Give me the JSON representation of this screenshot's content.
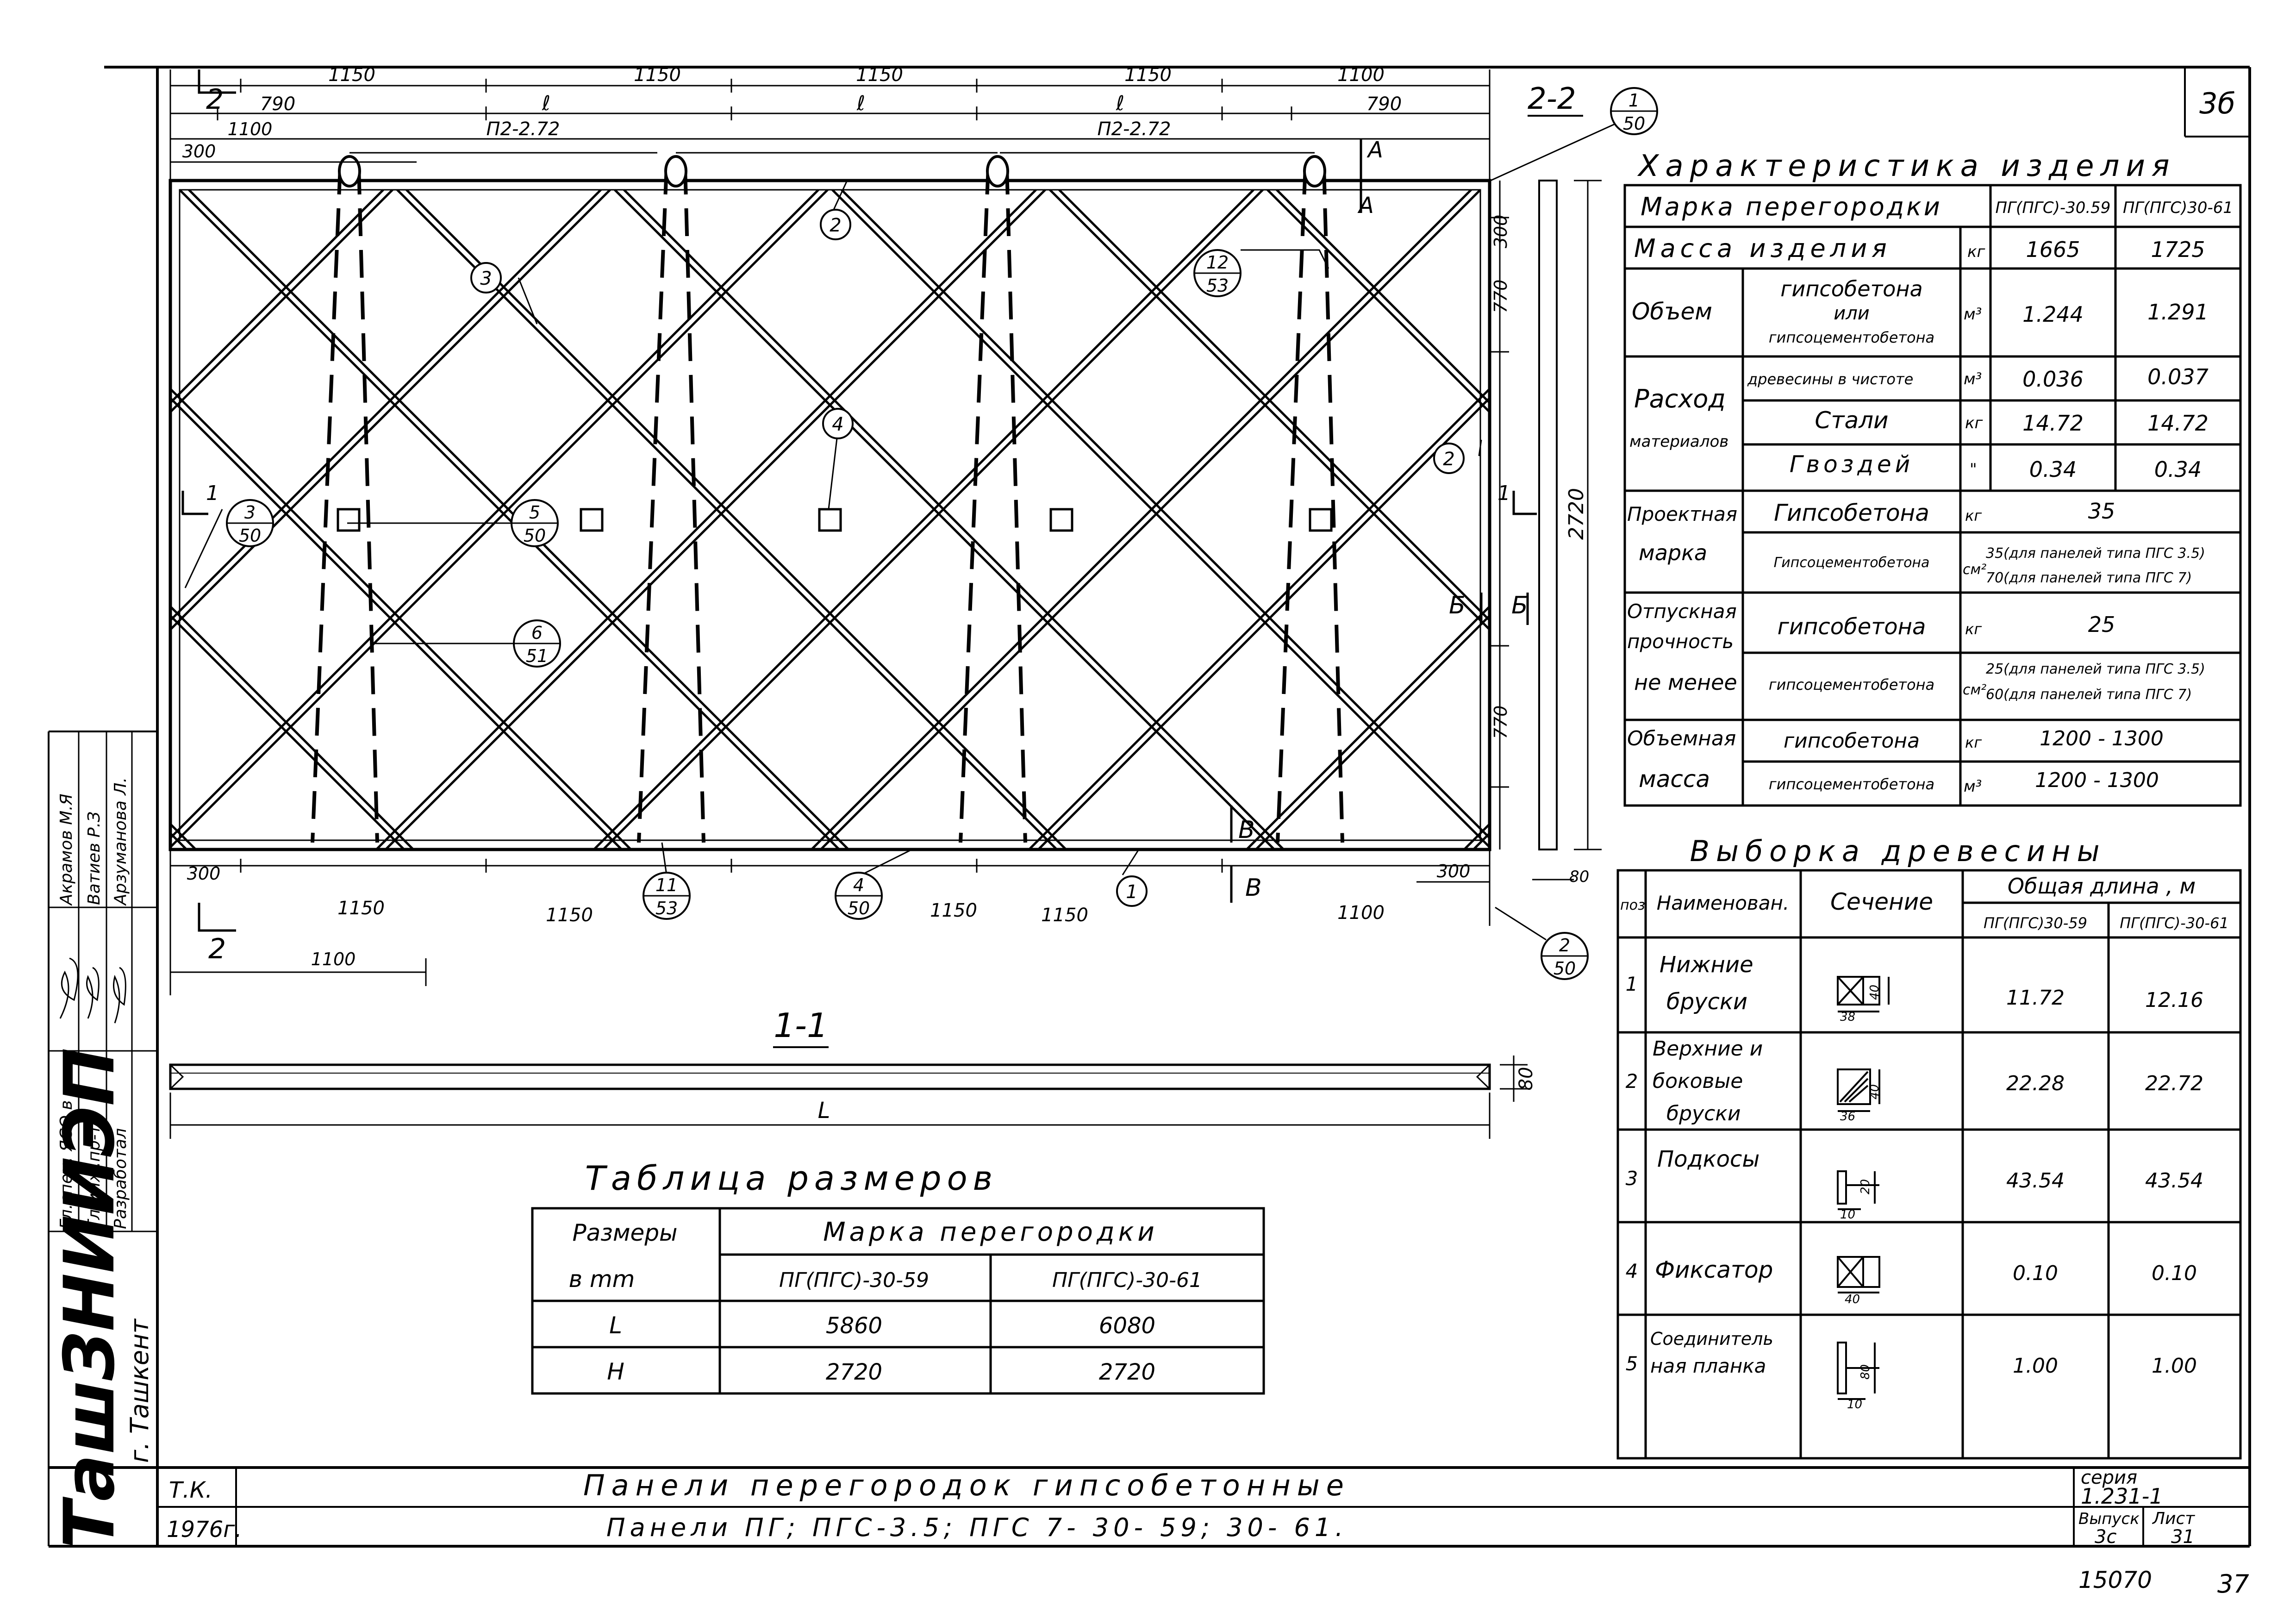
{
  "sheet": {
    "number": "3б",
    "bottom_number": "37",
    "inventory_no": "15070",
    "organization": "ТашЗНИИЭП",
    "city": "г. Ташкент",
    "tk": "Т.К.",
    "year": "1976г.",
    "title_line1": "Панели перегородок гипсобетонные",
    "title_line2": "Панели ПГ; ПГС-3.5; ПГС 7- 30- 59; 30- 61.",
    "series_label": "серия",
    "series_value": "1.231-1",
    "issue_label": "Выпуск",
    "issue_value": "3с",
    "list_label": "Лист",
    "list_value": "31"
  },
  "signatures": {
    "rows": [
      {
        "role": "Гл.спец. ЯСО в",
        "name": "Акрамов М.Я"
      },
      {
        "role": "Гл.инж.пр-та",
        "name": "Ватиев Р.З"
      },
      {
        "role": "Разработал",
        "name": "Арзуманова Л."
      }
    ]
  },
  "drawing": {
    "top_dims": [
      "1150",
      "1150",
      "1150",
      "1150",
      "1100"
    ],
    "second_dims": {
      "left": "790",
      "right": "790",
      "l": "ℓ"
    },
    "third_dims": [
      "1100",
      "П2-2.72",
      "П2-2.72"
    ],
    "dim_300": "300",
    "bottom_dims": [
      "1150",
      "1150",
      "1150",
      "1150",
      "1100"
    ],
    "bottom_300": "300",
    "bottom_1100": "1100",
    "right_dims": [
      "300",
      "770",
      "770"
    ],
    "height_2720": "2720",
    "dim_80": "80",
    "section_22": "2-2",
    "section_mark_2": "2",
    "cut_1": "1",
    "A": "А",
    "B": "Б",
    "V": "В",
    "callouts": [
      {
        "id": "c2a",
        "num": "2"
      },
      {
        "id": "c3",
        "num": "3"
      },
      {
        "id": "c4",
        "num": "4"
      },
      {
        "id": "c2b",
        "num": "2"
      },
      {
        "id": "c1",
        "num": "1"
      }
    ],
    "refs": [
      {
        "id": "r1_50",
        "top": "1",
        "bot": "50"
      },
      {
        "id": "r12_53",
        "top": "12",
        "bot": "53"
      },
      {
        "id": "r3_50",
        "top": "3",
        "bot": "50"
      },
      {
        "id": "r5_50",
        "top": "5",
        "bot": "50"
      },
      {
        "id": "r6_51",
        "top": "6",
        "bot": "51"
      },
      {
        "id": "r11_53",
        "top": "11",
        "bot": "53"
      },
      {
        "id": "r4_50",
        "top": "4",
        "bot": "50"
      },
      {
        "id": "r2_50",
        "top": "2",
        "bot": "50"
      }
    ]
  },
  "section11": {
    "label": "1-1",
    "L": "L",
    "dim80": "80"
  },
  "sizes_table": {
    "title": "Таблица размеров",
    "col0_h1": "Размеры",
    "col0_h2": "в mm",
    "group_header": "Марка перегородки",
    "col1": "ПГ(ПГС)-30-59",
    "col2": "ПГ(ПГС)-30-61",
    "rows": [
      {
        "name": "L",
        "v1": "5860",
        "v2": "6080"
      },
      {
        "name": "Н",
        "v1": "2720",
        "v2": "2720"
      }
    ]
  },
  "characteristics": {
    "title": "Характеристика изделия",
    "mark_label": "Марка перегородки",
    "col1": "ПГ(ПГС)-30.59",
    "col2": "ПГ(ПГС)30-61",
    "mass_label": "Масса изделия",
    "mass_unit": "кг",
    "mass_v1": "1665",
    "mass_v2": "1725",
    "volume_label": "Объем",
    "volume_desc1": "гипсобетона",
    "volume_desc2": "или",
    "volume_desc3": "гипсоцементобетона",
    "volume_unit": "м³",
    "volume_v1": "1.244",
    "volume_v2": "1.291",
    "consumption_label1": "Расход",
    "consumption_label2": "материалов",
    "wood_label": "древесины в чистоте",
    "wood_unit": "м³",
    "wood_v1": "0.036",
    "wood_v2": "0.037",
    "steel_label": "Стали",
    "steel_unit": "кг",
    "steel_v1": "14.72",
    "steel_v2": "14.72",
    "nails_label": "Гвоздей",
    "nails_unit": "\"",
    "nails_v1": "0.34",
    "nails_v2": "0.34",
    "design_label1": "Проектная",
    "design_label2": "марка",
    "design_g": "Гипсобетона",
    "design_g_unit": "кг",
    "design_g_val": "35",
    "design_gc": "Гипсоцементобетона",
    "design_gc_unit": "см²",
    "design_gc_val1": "35(для панелей типа ПГС 3.5)",
    "design_gc_val2": "70(для панелей типа ПГС 7)",
    "release_label1": "Отпускная",
    "release_label2": "прочность",
    "release_label3": "не менее",
    "release_g": "гипсобетона",
    "release_g_unit": "кг",
    "release_g_val": "25",
    "release_gc": "гипсоцементобетона",
    "release_gc_unit": "см²",
    "release_gc_val1": "25(для панелей типа ПГС 3.5)",
    "release_gc_val2": "60(для панелей типа ПГС 7)",
    "density_label1": "Объемная",
    "density_label2": "масса",
    "density_g": "гипсобетона",
    "density_g_unit": "кг",
    "density_g_val": "1200 - 1300",
    "density_gc": "гипсоцементобетона",
    "density_gc_unit": "м³",
    "density_gc_val": "1200 - 1300"
  },
  "wood_table": {
    "title": "Выборка древесины",
    "col_pos": "поз",
    "col_name": "Наименован.",
    "col_section": "Сечение",
    "col_length": "Общая длина , м",
    "col1": "ПГ(ПГС)30-59",
    "col2": "ПГ(ПГС)-30-61",
    "rows": [
      {
        "pos": "1",
        "name1": "Нижние",
        "name2": "бруски",
        "name3": "",
        "v1": "11.72",
        "v2": "12.16",
        "s1": "40",
        "s2": "38"
      },
      {
        "pos": "2",
        "name1": "Верхние и",
        "name2": "боковые",
        "name3": "бруски",
        "v1": "22.28",
        "v2": "22.72",
        "s1": "40",
        "s2": "36"
      },
      {
        "pos": "3",
        "name1": "Подкосы",
        "name2": "",
        "name3": "",
        "v1": "43.54",
        "v2": "43.54",
        "s1": "20",
        "s2": "10"
      },
      {
        "pos": "4",
        "name1": "Фиксатор",
        "name2": "",
        "name3": "",
        "v1": "0.10",
        "v2": "0.10",
        "s1": "40",
        "s2": ""
      },
      {
        "pos": "5",
        "name1": "Соединитель",
        "name2": "ная планка",
        "name3": "",
        "v1": "1.00",
        "v2": "1.00",
        "s1": "80",
        "s2": "10"
      }
    ]
  }
}
